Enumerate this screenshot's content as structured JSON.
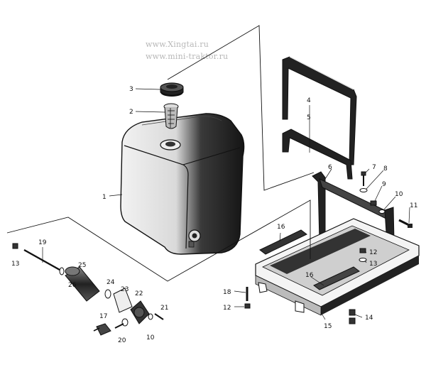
{
  "watermark": {
    "line1": "www.Xingtai.ru",
    "line2": "www.mini-traktor.ru"
  },
  "callouts": [
    "1",
    "2",
    "3",
    "4",
    "5",
    "6",
    "7",
    "8",
    "9",
    "10",
    "11",
    "12",
    "12",
    "13",
    "13",
    "14",
    "15",
    "16",
    "16",
    "17",
    "18",
    "19",
    "20",
    "21",
    "22",
    "23",
    "24",
    "25",
    "26",
    "10"
  ],
  "colors": {
    "ink": "#111111",
    "paper": "#ffffff",
    "shade": "#2a2a2a"
  }
}
